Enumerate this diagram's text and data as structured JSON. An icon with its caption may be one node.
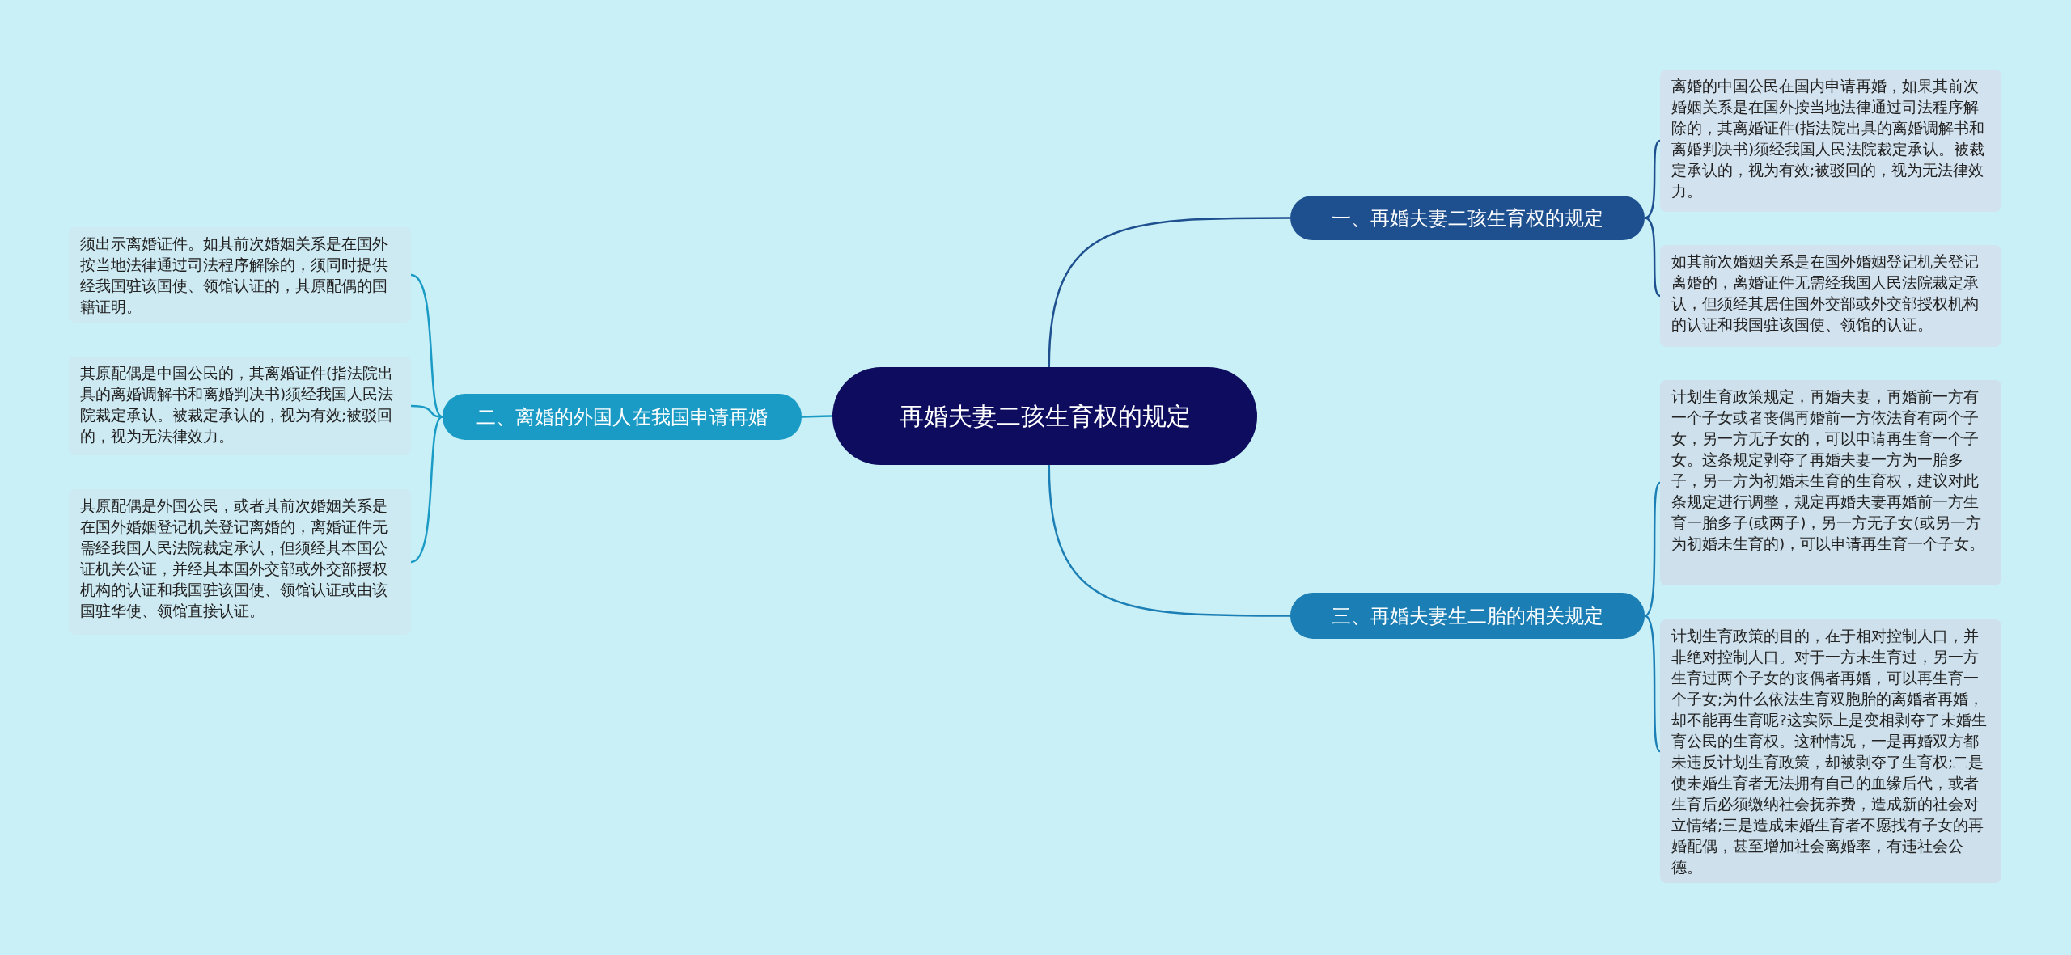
{
  "diagram": {
    "nodes": [
      {
        "text": [
          "再婚夫妻二孩生育权的规定"
        ]
      },
      {
        "text": [
          "一、再婚夫妻二孩生育权的规定"
        ]
      },
      {
        "text": [
          "离婚的中国公民在国内申请再婚，如果其前次婚姻关系是在国外按当地法律通过司法程序解除的，其离婚证件(指法院出具的离婚调解书和离婚判决书)须经我国人民法院裁定承认。被裁定承认的，视为有效;被驳回的，视为无法律效力。"
        ]
      },
      {
        "text": [
          "如其前次婚姻关系是在国外婚姻登记机关登记离婚的，离婚证件无需经我国人民法院裁定承认，但须经其居住国外交部或外交部授权机构的认证和我国驻该国使、领馆的认证。"
        ]
      },
      {
        "text": [
          "二、离婚的外国人在我国申请再婚"
        ]
      },
      {
        "text": [
          "须出示离婚证件。如其前次婚姻关系是在国外按当地法律通过司法程序解除的，须同时提供经我国驻该国使、领馆认证的，其原配偶的国籍证明。"
        ]
      },
      {
        "text": [
          "其原配偶是中国公民的，其离婚证件(指法院出具的离婚调解书和离婚判决书)须经我国人民法院裁定承认。被裁定承认的，视为有效;被驳回的，视为无法律效力。"
        ]
      },
      {
        "text": [
          "其原配偶是外国公民，或者其前次婚姻关系是在国外婚姻登记机关登记离婚的，离婚证件无需经我国人民法院裁定承认，但须经其本国公证机关公证，并经其本国外交部或外交部授权机构的认证和我国驻该国使、领馆认证或由该国驻华使、领馆直接认证。"
        ]
      },
      {
        "text": [
          "三、再婚夫妻生二胎的相关规定"
        ]
      },
      {
        "text": [
          "计划生育政策规定，再婚夫妻，再婚前一方有一个子女或者丧偶再婚前一方依法育有两个子女，另一方无子女的，可以申请再生育一个子女。这条规定剥夺了再婚夫妻一方为一胎多子，另一方为初婚未生育的生育权，建议对此条规定进行调整，规定再婚夫妻再婚前一方生育一胎多子(或两子)，另一方无子女(或另一方为初婚未生育的)，可以申请再生育一个子女。"
        ]
      },
      {
        "text": [
          "计划生育政策的目的，在于相对控制人口，并非绝对控制人口。对于一方未生育过，另一方生育过两个子女的丧偶者再婚，可以再生育一个子女;为什么依法生育双胞胎的离婚者再婚，却不能再生育呢?这实际上是变相剥夺了未婚生育公民的生育权。这种情况，一是再婚双方都未违反计划生育政策，却被剥夺了生育权;二是使未婚生育者无法拥有自己的血缘后代，或者生育后必须缴纳社会抚养费，造成新的社会对立情绪;三是造成未婚生育者不愿找有子女的再婚配偶，甚至增加社会离婚率，有违社会公德。"
        ]
      }
    ],
    "edges": [
      {
        "from": 0,
        "to": 1,
        "arrow": "none",
        "color": "#1e4f8f"
      },
      {
        "from": 1,
        "to": 2,
        "arrow": "none",
        "color": "#1e4f8f"
      },
      {
        "from": 1,
        "to": 3,
        "arrow": "none",
        "color": "#1e4f8f"
      },
      {
        "from": 0,
        "to": 4,
        "arrow": "none",
        "color": "#1a9bc5"
      },
      {
        "from": 4,
        "to": 5,
        "arrow": "none",
        "color": "#1a9bc5"
      },
      {
        "from": 4,
        "to": 6,
        "arrow": "none",
        "color": "#1a9bc5"
      },
      {
        "from": 4,
        "to": 7,
        "arrow": "none",
        "color": "#1a9bc5"
      },
      {
        "from": 0,
        "to": 8,
        "arrow": "none",
        "color": "#1b7fb5"
      },
      {
        "from": 8,
        "to": 9,
        "arrow": "none",
        "color": "#1b7fb5"
      },
      {
        "from": 8,
        "to": 10,
        "arrow": "none",
        "color": "#1b7fb5"
      }
    ]
  }
}
